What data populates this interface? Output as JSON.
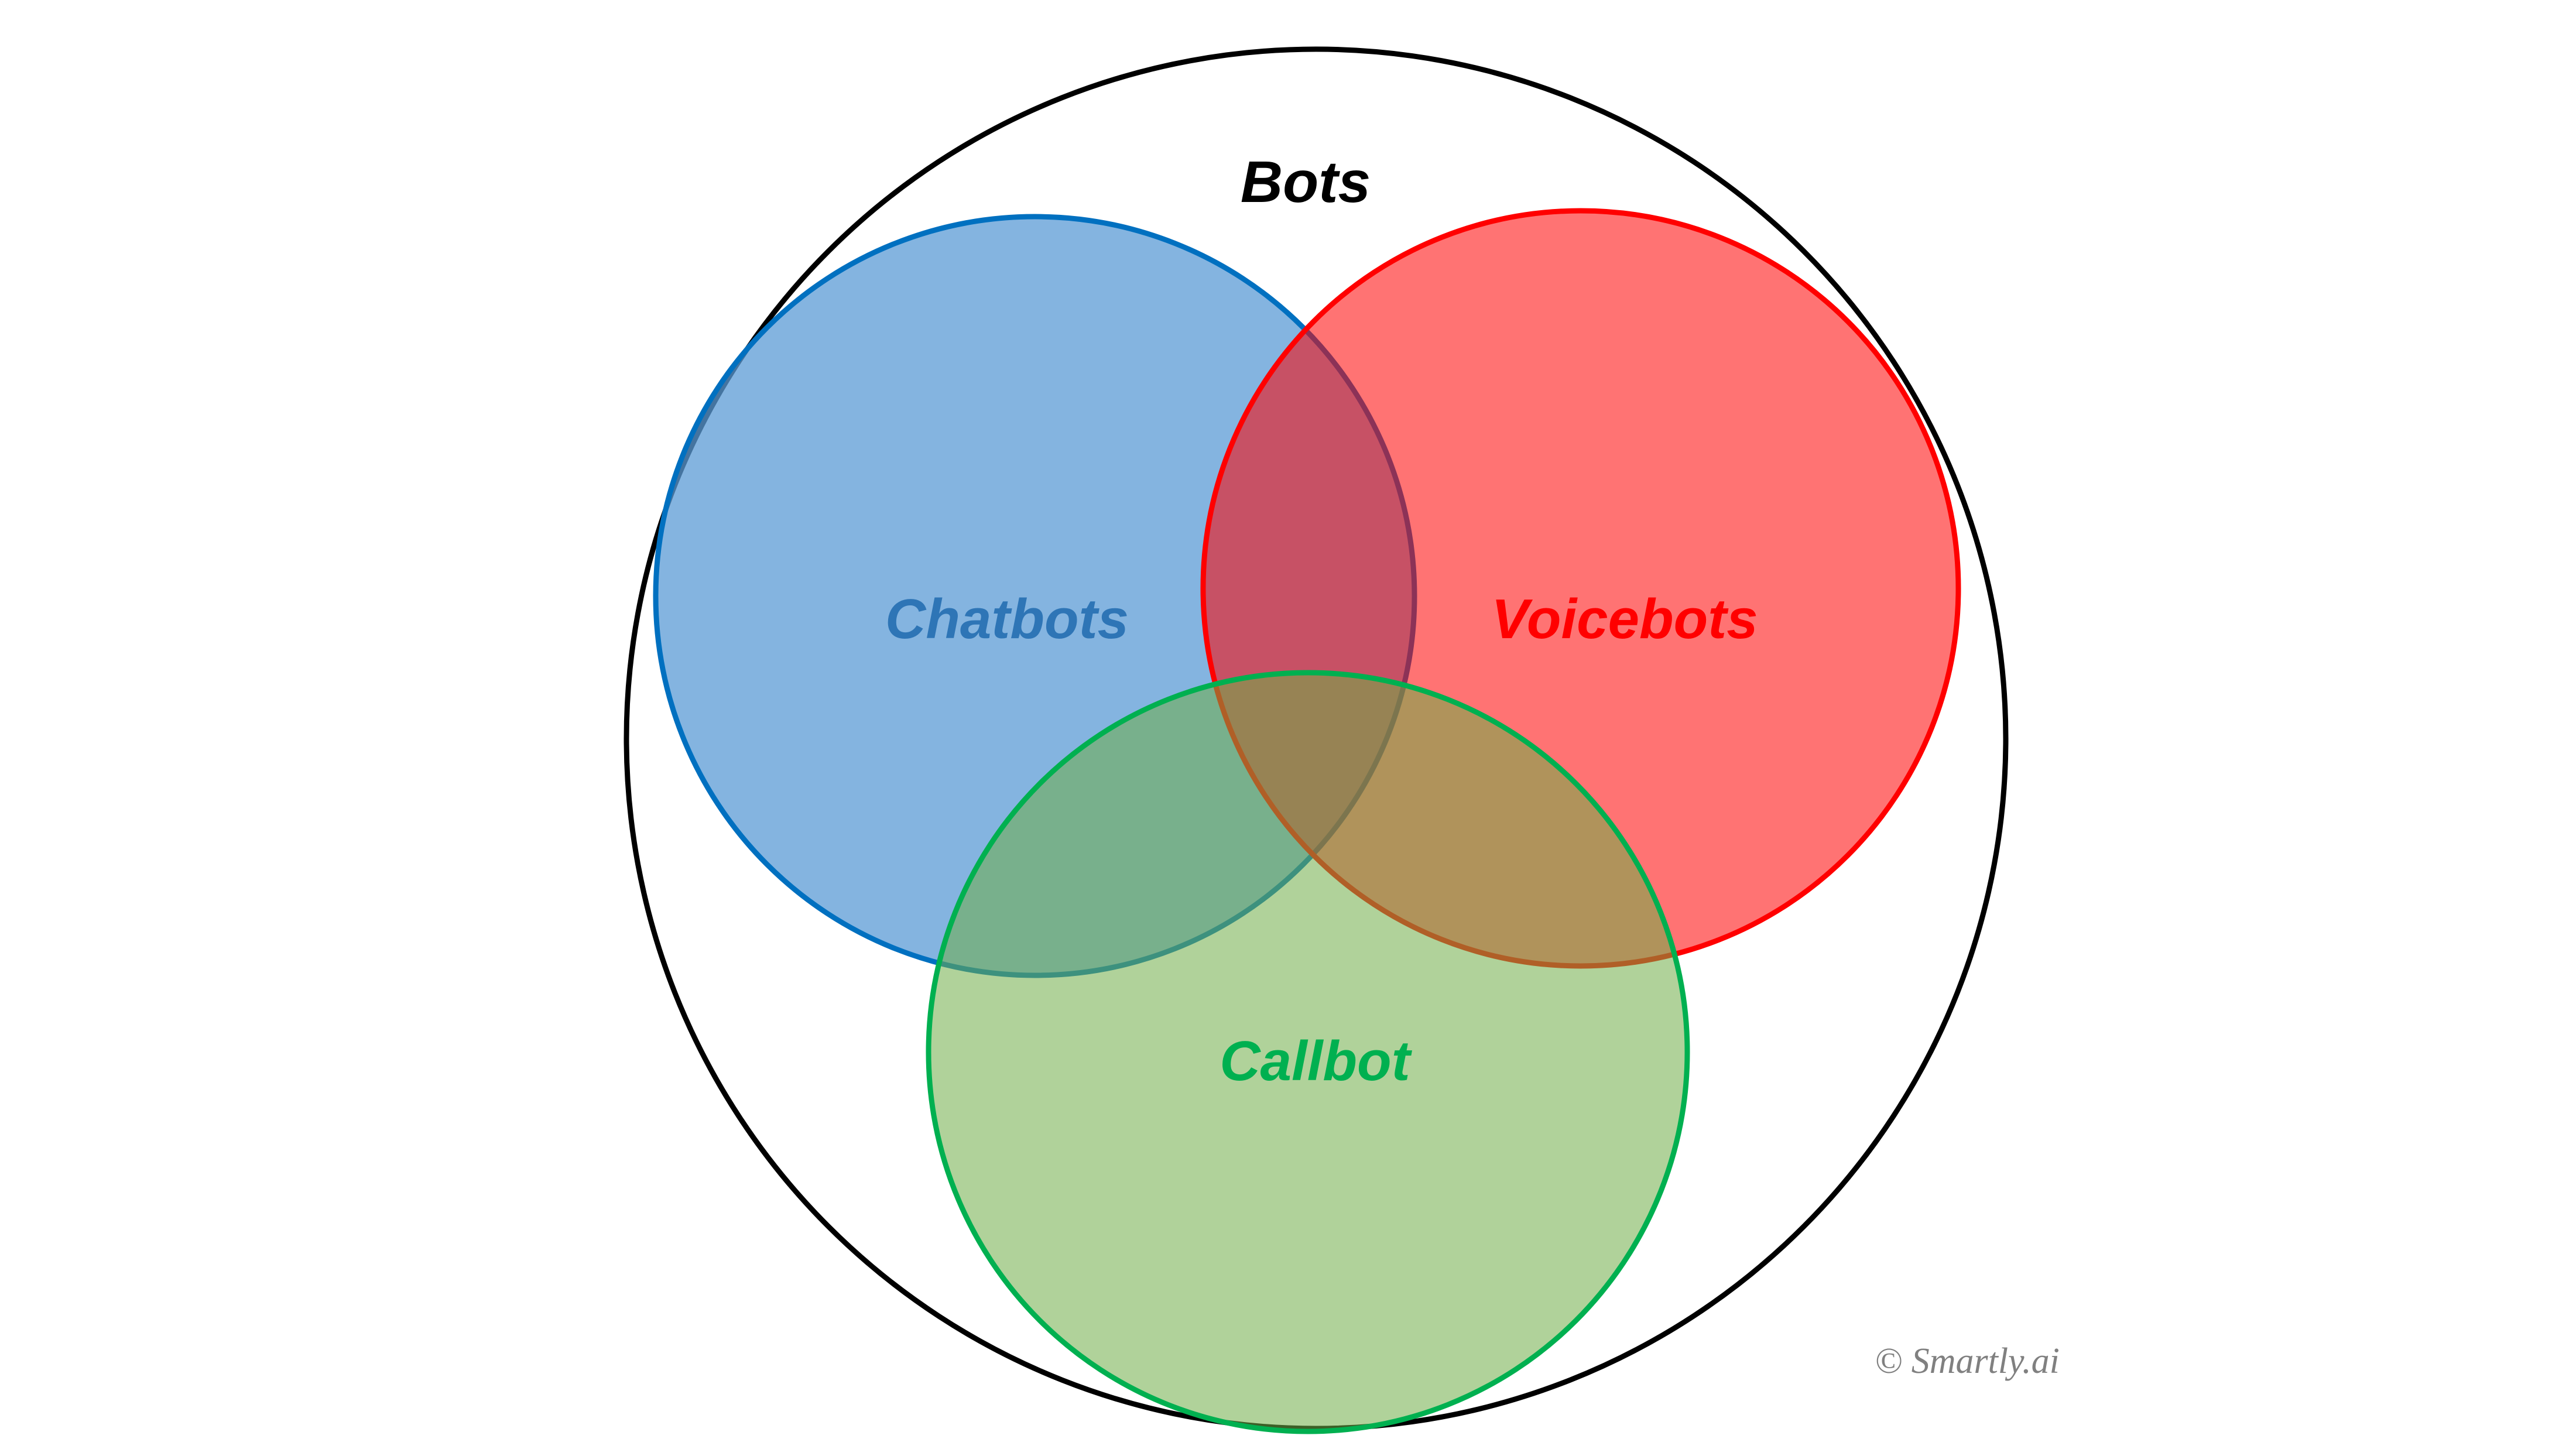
{
  "diagram": {
    "type": "venn",
    "title": "Bots",
    "attribution": "© Smartly.ai",
    "outer": {
      "label": "Bots",
      "stroke": "#000000"
    },
    "sets": {
      "chatbots": {
        "label": "Chatbots",
        "fill": "#5B9BD5",
        "stroke": "#0070C0",
        "label_color": "#2E75B6"
      },
      "voicebots": {
        "label": "Voicebots",
        "fill": "#FF0000",
        "stroke": "#FF0000",
        "label_color": "#FF0000"
      },
      "callbot": {
        "label": "Callbot",
        "fill": "#70AD47",
        "stroke": "#00B050",
        "label_color": "#00B050"
      }
    },
    "colors": {
      "title": "#000000",
      "attribution": "#808080",
      "background": "#FFFFFF"
    }
  }
}
